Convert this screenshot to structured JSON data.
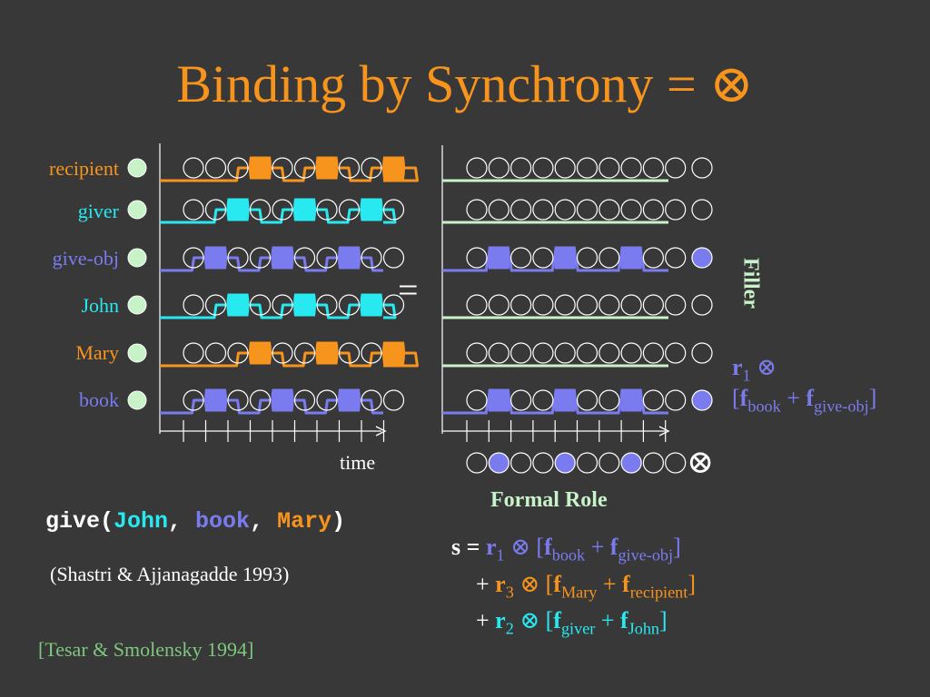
{
  "title": "Binding by Synchrony = ⊗",
  "labels": {
    "rows": [
      {
        "text": "recipient",
        "color": "#f7941d"
      },
      {
        "text": "giver",
        "color": "#28e8f0"
      },
      {
        "text": "give-obj",
        "color": "#7b7bf0"
      },
      {
        "text": "John",
        "color": "#28e8f0"
      },
      {
        "text": "Mary",
        "color": "#f7941d"
      },
      {
        "text": "book",
        "color": "#7b7bf0"
      }
    ],
    "time": "time",
    "formal_role": "Formal Role",
    "filler": "Filler",
    "equals": "=",
    "tensor": "⊗"
  },
  "colors": {
    "background": "#383838",
    "orange": "#f7941d",
    "cyan": "#28e8f0",
    "blue": "#7b7bf0",
    "pale_green": "#c8f2c8",
    "white": "#ffffff"
  },
  "code": {
    "func": "give(",
    "arg1": "John",
    "sep1": ", ",
    "arg2": "book",
    "sep2": ", ",
    "arg3": "Mary",
    "close": ")"
  },
  "citations": {
    "shastri": "(Shastri & Ajjanagadde 1993)",
    "tesar": "[Tesar & Smolensky 1994]"
  },
  "filler_eq": {
    "r": "r",
    "r_sub": "1",
    "op": " ⊗",
    "open": "[",
    "f1": "f",
    "f1_sub": "book",
    "plus": " + ",
    "f2": "f",
    "f2_sub": "give-obj",
    "close": "]"
  },
  "main_eq": {
    "s": "s",
    "eq": " = ",
    "lines": [
      {
        "prefix": "",
        "r": "r",
        "r_sub": "1",
        "f1_sub": "book",
        "f2_sub": "give-obj",
        "color": "#7b7bf0"
      },
      {
        "prefix": "+ ",
        "r": "r",
        "r_sub": "3",
        "f1_sub": "Mary",
        "f2_sub": "recipient",
        "color": "#f7941d"
      },
      {
        "prefix": "+ ",
        "r": "r",
        "r_sub": "2",
        "f1_sub": "giver",
        "f2_sub": "John",
        "color": "#28e8f0"
      }
    ],
    "tensor": " ⊗ ",
    "open": "[",
    "f": "f",
    "plus": " + ",
    "close": "]"
  },
  "diagram": {
    "active_left": {
      "recipient": [
        3,
        6,
        9
      ],
      "giver": [
        2,
        5,
        8
      ],
      "give-obj": [
        1,
        4,
        7
      ],
      "John": [
        2,
        5,
        8
      ],
      "Mary": [
        3,
        6,
        9
      ],
      "book": [
        1,
        4,
        7
      ]
    },
    "active_right": [
      1,
      4,
      7
    ],
    "right_active_rows": [
      "give-obj",
      "book"
    ],
    "filler_active_rows": [
      "give-obj",
      "book"
    ],
    "circles_per_row": 10
  }
}
